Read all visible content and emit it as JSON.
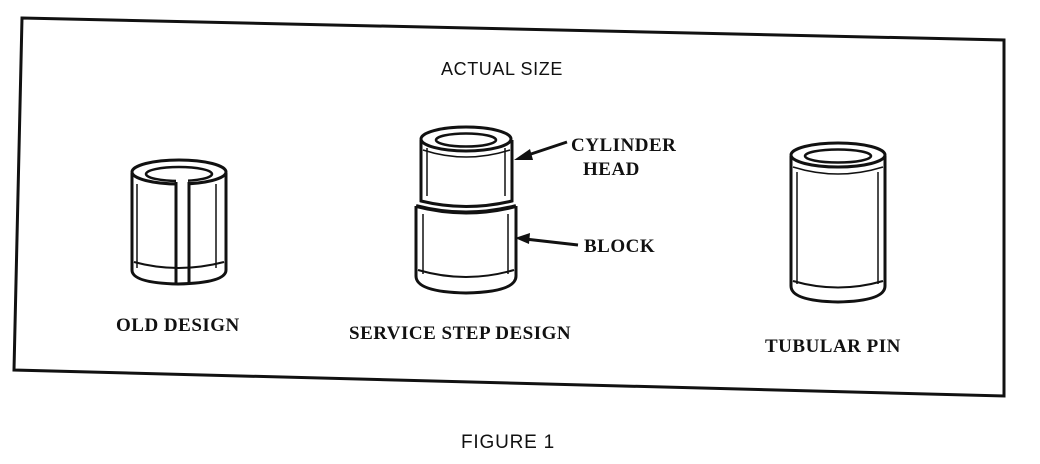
{
  "figure": {
    "title": "ACTUAL SIZE",
    "caption": "FIGURE 1",
    "items": [
      {
        "label": "OLD DESIGN"
      },
      {
        "label": "SERVICE STEP DESIGN",
        "callouts": {
          "cylinder_head_line1": "CYLINDER",
          "cylinder_head_line2": "HEAD",
          "block": "BLOCK"
        }
      },
      {
        "label": "TUBULAR PIN"
      }
    ]
  }
}
